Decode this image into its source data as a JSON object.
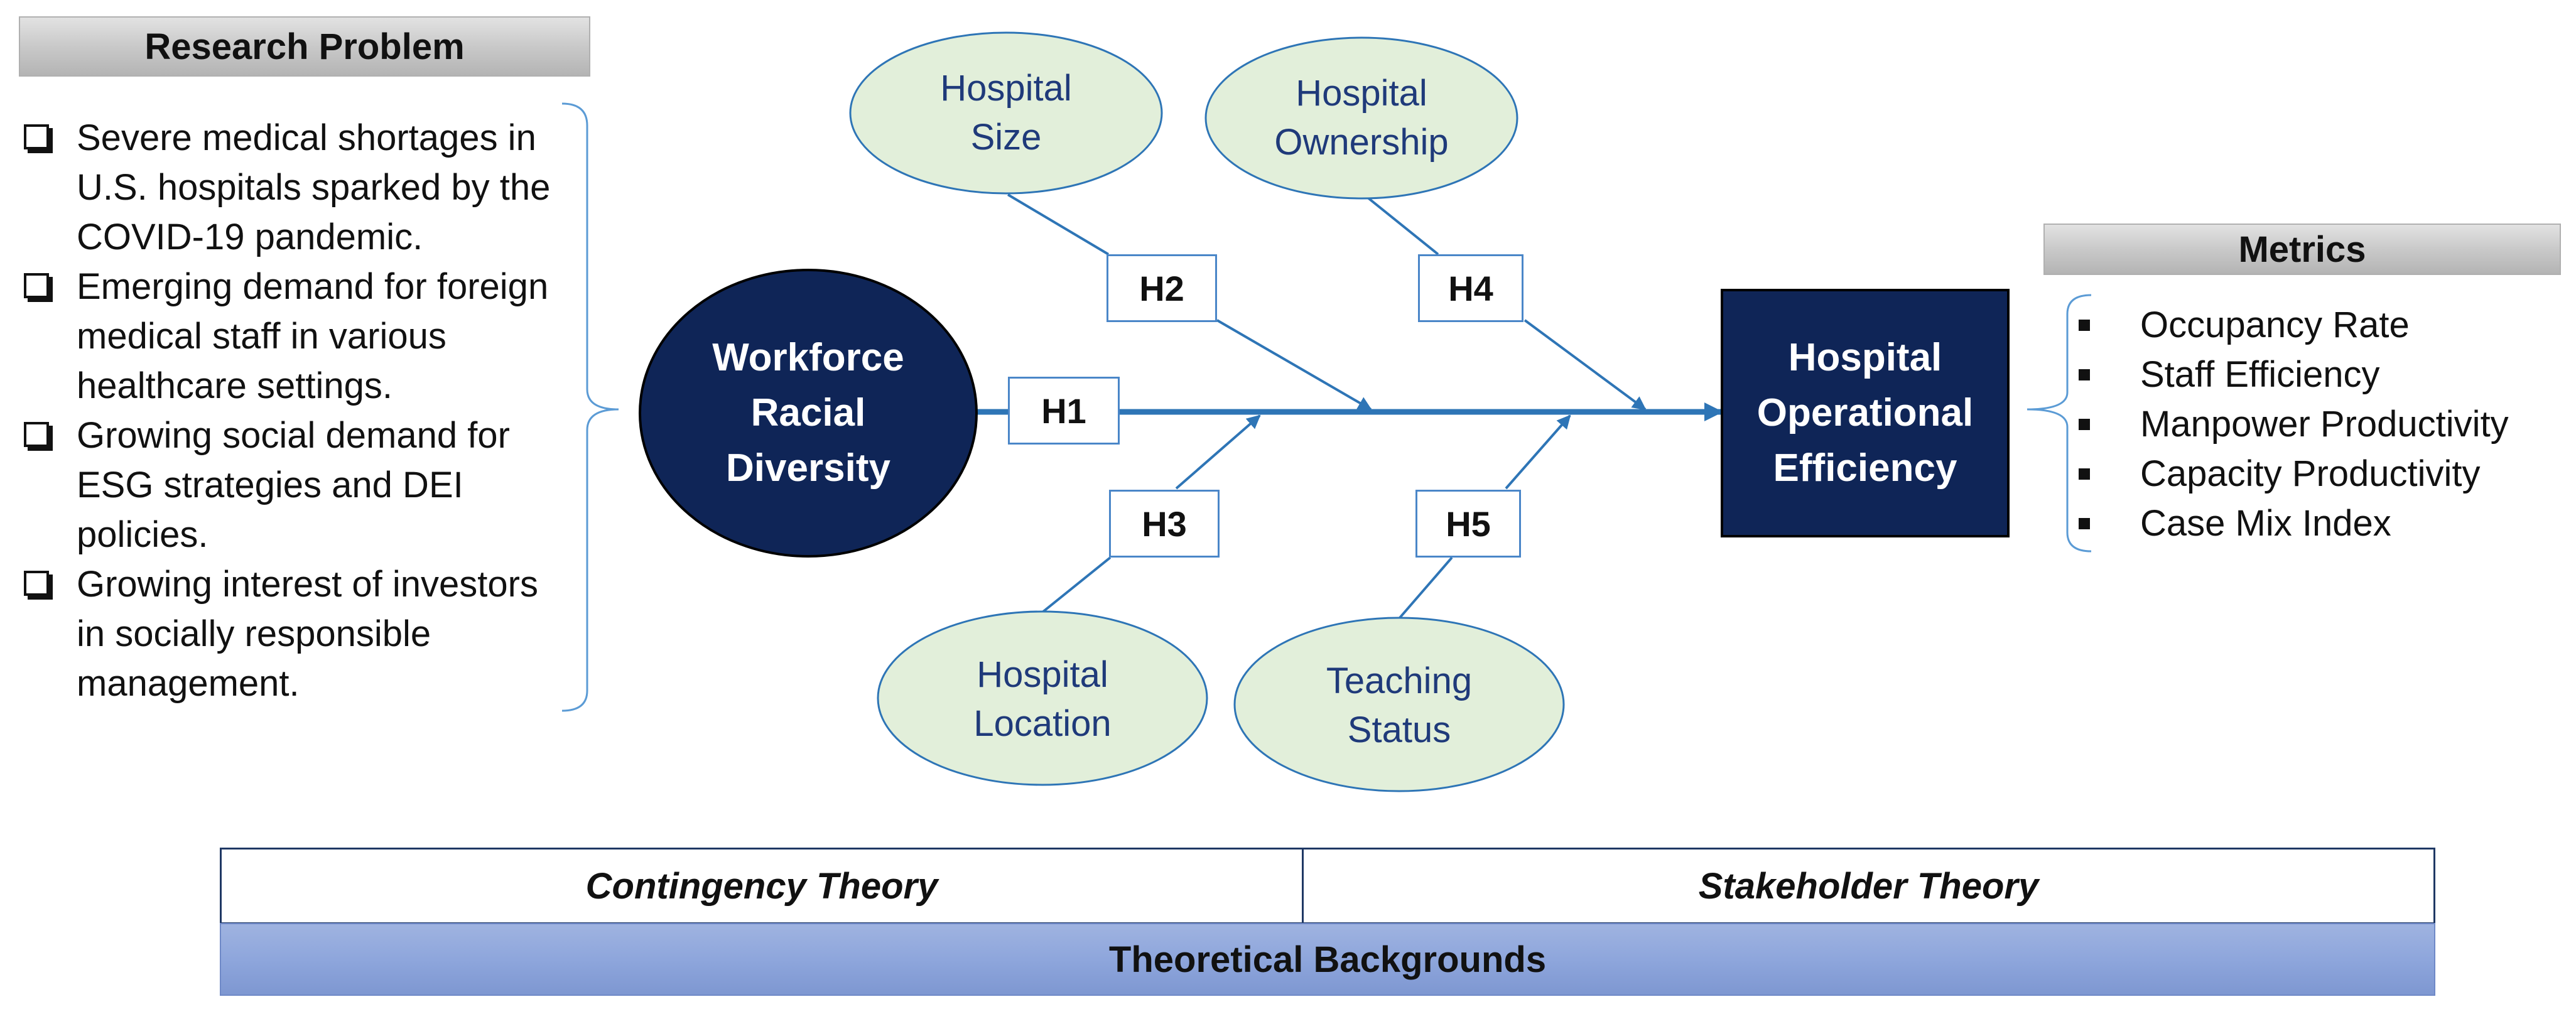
{
  "research_problem": {
    "title": "Research Problem",
    "items": [
      "Severe medical shortages in U.S. hospitals sparked by the COVID-19 pandemic.",
      "Emerging demand for foreign medical staff in various healthcare settings.",
      "Growing social demand for ESG strategies and DEI policies.",
      "Growing interest of investors in socially responsible management."
    ]
  },
  "diagram": {
    "source": "Workforce Racial Diversity",
    "target": "Hospital Operational Efficiency",
    "moderators": {
      "size": "Hospital Size",
      "ownership": "Hospital Ownership",
      "location": "Hospital Location",
      "teaching": "Teaching Status"
    },
    "hypotheses": [
      "H1",
      "H2",
      "H3",
      "H4",
      "H5"
    ]
  },
  "metrics": {
    "title": "Metrics",
    "items": [
      "Occupancy Rate",
      "Staff Efficiency",
      "Manpower Productivity",
      "Capacity Productivity",
      "Case Mix Index"
    ]
  },
  "theory": {
    "left": "Contingency Theory",
    "right": "Stakeholder Theory",
    "footer": "Theoretical Backgrounds"
  },
  "colors": {
    "navy": "#0f2557",
    "ellipse_fill": "#e2efda",
    "line_blue": "#2e75b6",
    "bracket_blue": "#5b9bd5"
  }
}
